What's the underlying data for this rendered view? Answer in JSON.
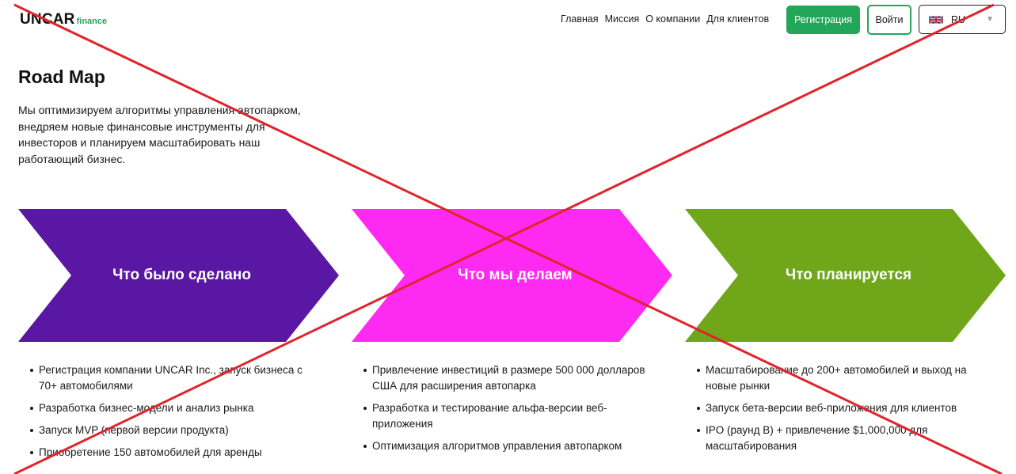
{
  "header": {
    "logo_main": "UNCAR",
    "logo_sub": "finance",
    "nav": [
      "Главная",
      "Миссия",
      "О компании",
      "Для клиентов"
    ],
    "register_label": "Регистрация",
    "login_label": "Войти",
    "language": "RU",
    "flag_icon": "uk-flag-icon"
  },
  "main": {
    "title": "Road Map",
    "intro": "Мы оптимизируем алгоритмы управления автопарком, внедряем новые финансовые инструменты для инвесторов и планируем масштабировать наш работающий бизнес."
  },
  "stages": [
    {
      "label": "Что было сделано",
      "color": "#5a17a3",
      "items": [
        "Регистрация компании UNCAR Inc., запуск бизнеса с 70+ автомобилями",
        "Разработка бизнес-модели и анализ рынка",
        "Запуск MVP (первой версии продукта)",
        "Приобретение 150 автомобилей для аренды"
      ]
    },
    {
      "label": "Что мы делаем",
      "color": "#ff2af2",
      "items": [
        "Привлечение инвестиций в размере 500 000 долларов США для расширения автопарка",
        "Разработка и тестирование альфа-версии веб-приложения",
        "Оптимизация алгоритмов управления автопарком"
      ]
    },
    {
      "label": "Что планируется",
      "color": "#6fa61a",
      "items": [
        "Масштабирование до 200+ автомобилей и выход на новые рынки",
        "Запуск бета-версии веб-приложения для клиентов",
        "IPO (раунд B) + привлечение $1,000,000 для масштабирования"
      ]
    }
  ],
  "colors": {
    "accent": "#22a65a",
    "cross": "#e0242b"
  }
}
